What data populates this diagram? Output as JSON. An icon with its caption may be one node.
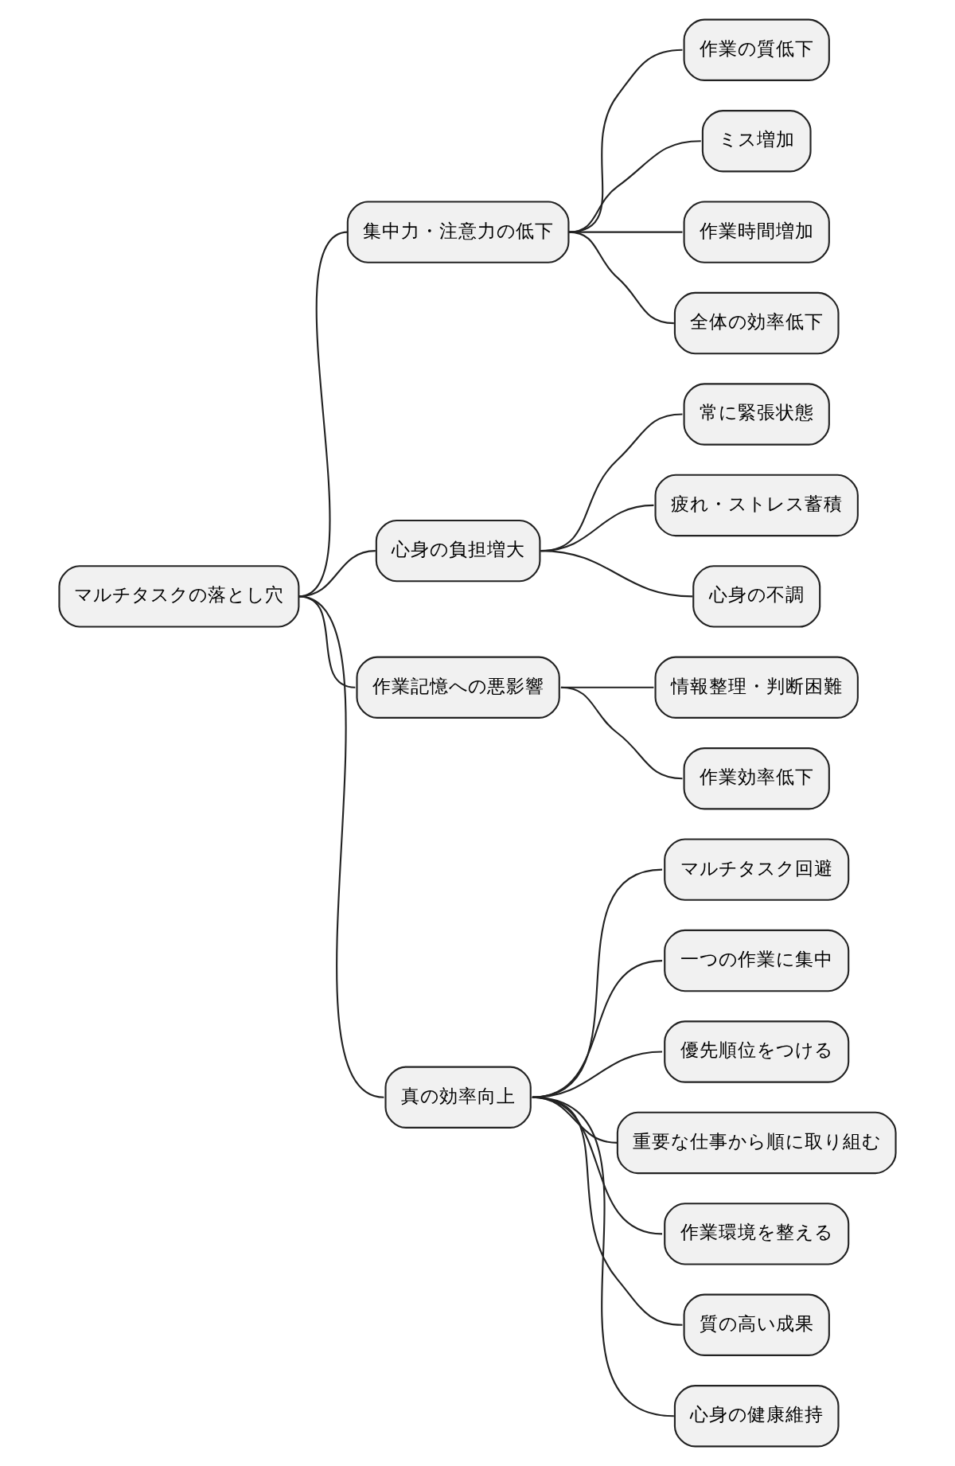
{
  "diagram": {
    "nodes": [
      {
        "text": [
          "マルチタスクの落とし穴"
        ]
      },
      {
        "text": [
          "集中力・注意力の低下"
        ]
      },
      {
        "text": [
          "作業の質低下"
        ]
      },
      {
        "text": [
          "ミス増加"
        ]
      },
      {
        "text": [
          "作業時間増加"
        ]
      },
      {
        "text": [
          "全体の効率低下"
        ]
      },
      {
        "text": [
          "心身の負担増大"
        ]
      },
      {
        "text": [
          "常に緊張状態"
        ]
      },
      {
        "text": [
          "疲れ・ストレス蓄積"
        ]
      },
      {
        "text": [
          "心身の不調"
        ]
      },
      {
        "text": [
          "作業記憶への悪影響"
        ]
      },
      {
        "text": [
          "情報整理・判断困難"
        ]
      },
      {
        "text": [
          "作業効率低下"
        ]
      },
      {
        "text": [
          "真の効率向上"
        ]
      },
      {
        "text": [
          "マルチタスク回避"
        ]
      },
      {
        "text": [
          "一つの作業に集中"
        ]
      },
      {
        "text": [
          "優先順位をつける"
        ]
      },
      {
        "text": [
          "重要な仕事から順に取り組む"
        ]
      },
      {
        "text": [
          "作業環境を整える"
        ]
      },
      {
        "text": [
          "質の高い成果"
        ]
      },
      {
        "text": [
          "心身の健康維持"
        ]
      }
    ],
    "edges": [
      {
        "from": 0,
        "to": 1,
        "arrow": "none"
      },
      {
        "from": 1,
        "to": 2,
        "arrow": "none"
      },
      {
        "from": 1,
        "to": 3,
        "arrow": "none"
      },
      {
        "from": 1,
        "to": 4,
        "arrow": "none"
      },
      {
        "from": 1,
        "to": 5,
        "arrow": "none"
      },
      {
        "from": 0,
        "to": 6,
        "arrow": "none"
      },
      {
        "from": 6,
        "to": 7,
        "arrow": "none"
      },
      {
        "from": 6,
        "to": 8,
        "arrow": "none"
      },
      {
        "from": 6,
        "to": 9,
        "arrow": "none"
      },
      {
        "from": 0,
        "to": 10,
        "arrow": "none"
      },
      {
        "from": 10,
        "to": 11,
        "arrow": "none"
      },
      {
        "from": 10,
        "to": 12,
        "arrow": "none"
      },
      {
        "from": 0,
        "to": 13,
        "arrow": "none"
      },
      {
        "from": 13,
        "to": 14,
        "arrow": "none"
      },
      {
        "from": 13,
        "to": 15,
        "arrow": "none"
      },
      {
        "from": 13,
        "to": 16,
        "arrow": "none"
      },
      {
        "from": 13,
        "to": 17,
        "arrow": "none"
      },
      {
        "from": 13,
        "to": 18,
        "arrow": "none"
      },
      {
        "from": 13,
        "to": 19,
        "arrow": "none"
      },
      {
        "from": 13,
        "to": 20,
        "arrow": "none"
      }
    ]
  }
}
